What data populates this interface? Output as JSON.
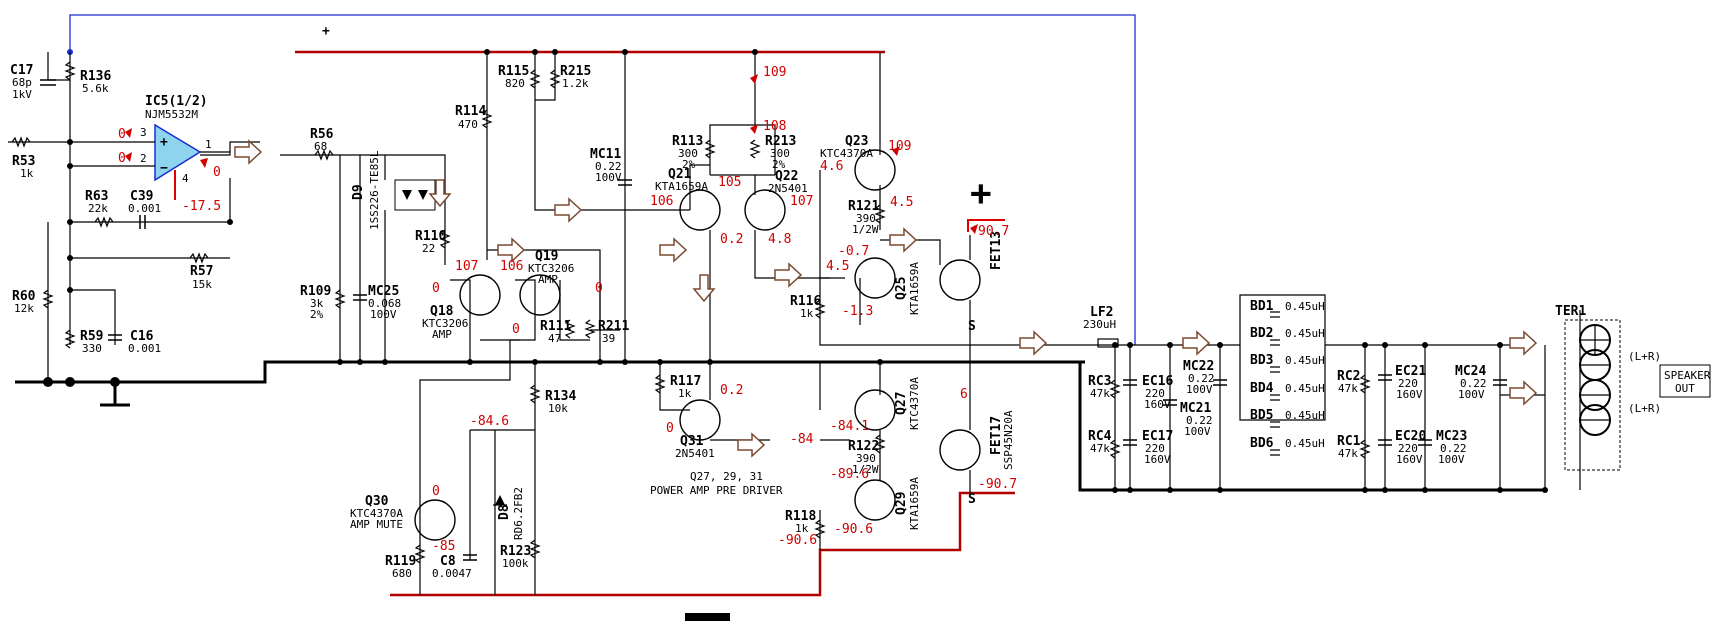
{
  "components": [
    {
      "id": "c17",
      "ref": "C17",
      "lines": [
        "68p",
        "1kV"
      ]
    },
    {
      "id": "r136",
      "ref": "R136",
      "lines": [
        "5.6k"
      ]
    },
    {
      "id": "ic5",
      "ref": "IC5(1/2)",
      "lines": [
        "NJM5532M"
      ]
    },
    {
      "id": "r53",
      "ref": "R53",
      "lines": [
        "1k"
      ]
    },
    {
      "id": "r63",
      "ref": "R63",
      "lines": [
        "22k"
      ]
    },
    {
      "id": "c39",
      "ref": "C39",
      "lines": [
        "0.001"
      ]
    },
    {
      "id": "r57",
      "ref": "R57",
      "lines": [
        "15k"
      ]
    },
    {
      "id": "r60",
      "ref": "R60",
      "lines": [
        "12k"
      ]
    },
    {
      "id": "r59",
      "ref": "R59",
      "lines": [
        "330"
      ]
    },
    {
      "id": "c16",
      "ref": "C16",
      "lines": [
        "0.001"
      ]
    },
    {
      "id": "r56",
      "ref": "R56",
      "lines": [
        "68"
      ]
    },
    {
      "id": "d9",
      "ref": "D9",
      "lines": [
        "1SS226-TE85L"
      ]
    },
    {
      "id": "r110",
      "ref": "R110",
      "lines": [
        "22"
      ]
    },
    {
      "id": "r109",
      "ref": "R109",
      "lines": [
        "3k",
        "2%"
      ]
    },
    {
      "id": "mc25",
      "ref": "MC25",
      "lines": [
        "0.068",
        "100V"
      ]
    },
    {
      "id": "r114",
      "ref": "R114",
      "lines": [
        "470"
      ]
    },
    {
      "id": "r115",
      "ref": "R115",
      "lines": [
        "820"
      ]
    },
    {
      "id": "r215",
      "ref": "R215",
      "lines": [
        "1.2k"
      ]
    },
    {
      "id": "q18",
      "ref": "Q18",
      "lines": [
        "KTC3206",
        "AMP"
      ]
    },
    {
      "id": "q19",
      "ref": "Q19",
      "lines": [
        "KTC3206",
        "AMP"
      ]
    },
    {
      "id": "r111",
      "ref": "R111",
      "lines": [
        "47"
      ]
    },
    {
      "id": "r211",
      "ref": "R211",
      "lines": [
        "39"
      ]
    },
    {
      "id": "mc11",
      "ref": "MC11",
      "lines": [
        "0.22",
        "100V"
      ]
    },
    {
      "id": "r113",
      "ref": "R113",
      "lines": [
        "300",
        "2%"
      ]
    },
    {
      "id": "r213",
      "ref": "R213",
      "lines": [
        "300",
        "2%"
      ]
    },
    {
      "id": "q21",
      "ref": "Q21",
      "lines": [
        "KTA1659A"
      ]
    },
    {
      "id": "q22",
      "ref": "Q22",
      "lines": [
        "2N5401"
      ]
    },
    {
      "id": "q23",
      "ref": "Q23",
      "lines": [
        "KTC4370A"
      ]
    },
    {
      "id": "r121",
      "ref": "R121",
      "lines": [
        "390",
        "1/2W"
      ]
    },
    {
      "id": "q25",
      "ref": "Q25",
      "lines": [
        "KTA1659A"
      ]
    },
    {
      "id": "r116",
      "ref": "R116",
      "lines": [
        "1k"
      ]
    },
    {
      "id": "fet13",
      "ref": "FET13",
      "lines": []
    },
    {
      "id": "r134",
      "ref": "R134",
      "lines": [
        "10k"
      ]
    },
    {
      "id": "r117",
      "ref": "R117",
      "lines": [
        "1k"
      ]
    },
    {
      "id": "q31",
      "ref": "Q31",
      "lines": [
        "2N5401"
      ]
    },
    {
      "id": "q27",
      "ref": "Q27",
      "lines": [
        "KTC4370A"
      ]
    },
    {
      "id": "r122",
      "ref": "R122",
      "lines": [
        "390",
        "1/2W"
      ]
    },
    {
      "id": "q29",
      "ref": "Q29",
      "lines": [
        "KTA1659A"
      ]
    },
    {
      "id": "r118",
      "ref": "R118",
      "lines": [
        "1k"
      ]
    },
    {
      "id": "fet17",
      "ref": "FET17",
      "lines": [
        "SSP45N20A"
      ]
    },
    {
      "id": "q30",
      "ref": "Q30",
      "lines": [
        "KTC4370A",
        "AMP MUTE"
      ]
    },
    {
      "id": "d8",
      "ref": "D8",
      "lines": [
        "RD6.2FB2"
      ]
    },
    {
      "id": "r119",
      "ref": "R119",
      "lines": [
        "680"
      ]
    },
    {
      "id": "c8",
      "ref": "C8",
      "lines": [
        "0.0047"
      ]
    },
    {
      "id": "r123",
      "ref": "R123",
      "lines": [
        "100k"
      ]
    },
    {
      "id": "lf2",
      "ref": "LF2",
      "lines": [
        "230uH"
      ]
    },
    {
      "id": "rc3",
      "ref": "RC3",
      "lines": [
        "47k"
      ]
    },
    {
      "id": "rc4",
      "ref": "RC4",
      "lines": [
        "47k"
      ]
    },
    {
      "id": "ec16",
      "ref": "EC16",
      "lines": [
        "220",
        "160V"
      ]
    },
    {
      "id": "ec17",
      "ref": "EC17",
      "lines": [
        "220",
        "160V"
      ]
    },
    {
      "id": "mc22",
      "ref": "MC22",
      "lines": [
        "0.22",
        "100V"
      ]
    },
    {
      "id": "mc21",
      "ref": "MC21",
      "lines": [
        "0.22",
        "100V"
      ]
    },
    {
      "id": "rc2",
      "ref": "RC2",
      "lines": [
        "47k"
      ]
    },
    {
      "id": "rc1",
      "ref": "RC1",
      "lines": [
        "47k"
      ]
    },
    {
      "id": "ec21",
      "ref": "EC21",
      "lines": [
        "220",
        "160V"
      ]
    },
    {
      "id": "ec20",
      "ref": "EC20",
      "lines": [
        "220",
        "160V"
      ]
    },
    {
      "id": "mc23",
      "ref": "MC23",
      "lines": [
        "0.22",
        "100V"
      ]
    },
    {
      "id": "mc24",
      "ref": "MC24",
      "lines": [
        "0.22",
        "100V"
      ]
    },
    {
      "id": "ter1",
      "ref": "TER1",
      "lines": []
    }
  ],
  "beads": [
    {
      "ref": "BD1",
      "value": "0.45uH"
    },
    {
      "ref": "BD2",
      "value": "0.45uH"
    },
    {
      "ref": "BD3",
      "value": "0.45uH"
    },
    {
      "ref": "BD4",
      "value": "0.45uH"
    },
    {
      "ref": "BD5",
      "value": "0.45uH"
    },
    {
      "ref": "BD6",
      "value": "0.45uH"
    }
  ],
  "opamp_pins": {
    "p1": "1",
    "p2": "2",
    "p3": "3",
    "p4": "4"
  },
  "fet_source": "S",
  "voltages": {
    "ic_in_plus": "0",
    "ic_in_minus": "0",
    "ic_out": "0",
    "ic_vee": "-17.5",
    "q18_c": "107",
    "q18_b": "0",
    "q19_c": "106",
    "q19_b": "0",
    "q18_e": "0",
    "rail_top": "109",
    "r113_node": "108",
    "q21_e": "105",
    "q21_b": "106",
    "q21_c": "0.2",
    "q22_b": "107",
    "q22_c": "4.8",
    "q23_c": "109",
    "q23_b": "4.6",
    "q23_e": "4.5",
    "q25_e": "-0.7",
    "q25_b": "4.5",
    "q25_c": "-1.3",
    "fet13_d": "90.7",
    "q31_c": "0.2",
    "q31_b": "0",
    "q31_node": "-84",
    "q27_b": "-84.1",
    "q29_e": "-89.6",
    "q29_c": "-90.6",
    "r118_node": "-90.6",
    "fet17_g": "6",
    "fet17_s": "-90.7",
    "q30_c": "0",
    "q30_e": "-85",
    "d8_node": "-84.6"
  },
  "labels": {
    "predriver_title": "Q27, 29, 31",
    "predriver_sub": "POWER AMP PRE DRIVER",
    "lr1": "(L+R)",
    "lr2": "(L+R)",
    "speaker_line1": "SPEAKER",
    "speaker_line2": "OUT",
    "plus_small": "+",
    "plus_big": "+"
  }
}
